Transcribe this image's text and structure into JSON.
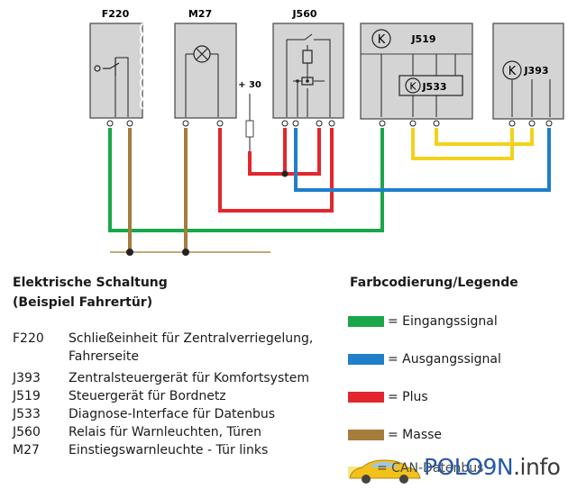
{
  "diagram": {
    "components": [
      {
        "id": "F220",
        "label": "F220"
      },
      {
        "id": "M27",
        "label": "M27"
      },
      {
        "id": "J560",
        "label": "J560"
      },
      {
        "id": "J519",
        "label": "J519"
      },
      {
        "id": "J533",
        "label": "J533"
      },
      {
        "id": "J393",
        "label": "J393"
      }
    ],
    "supply_label": "+ 30",
    "k_symbol": "K"
  },
  "caption": {
    "title_line1": "Elektrische Schaltung",
    "title_line2": "(Beispiel Fahrertür)",
    "items": [
      {
        "code": "F220",
        "desc": "Schließeinheit für Zentralverriegelung, Fahrerseite"
      },
      {
        "code": "J393",
        "desc": "Zentralsteuergerät für Komfortsystem"
      },
      {
        "code": "J519",
        "desc": "Steuergerät für Bordnetz"
      },
      {
        "code": "J533",
        "desc": "Diagnose-Interface für Datenbus"
      },
      {
        "code": "J560",
        "desc": "Relais für Warnleuchten, Türen"
      },
      {
        "code": "M27",
        "desc": "Einstiegswarnleuchte - Tür links"
      }
    ]
  },
  "legend": {
    "title": "Farbcodierung/Legende",
    "entries": [
      {
        "label": "= Eingangssignal",
        "color": "#1aa64a"
      },
      {
        "label": "= Ausgangssignal",
        "color": "#1f7fc9"
      },
      {
        "label": "= Plus",
        "color": "#e3262d"
      },
      {
        "label": "= Masse",
        "color": "#a67c3c"
      },
      {
        "label": "= CAN-Datenbus",
        "color": "#f2d21b"
      }
    ]
  },
  "watermark": {
    "brand": "POLO9N",
    "suffix": ".info"
  }
}
